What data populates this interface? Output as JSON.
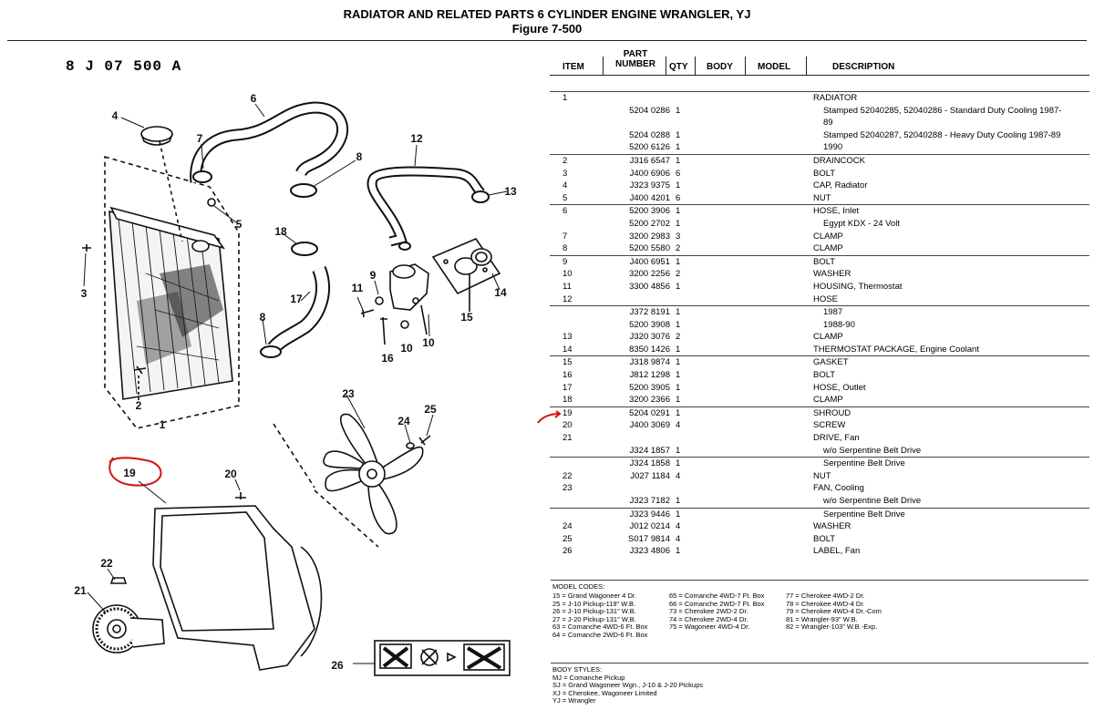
{
  "header": {
    "title": "RADIATOR AND RELATED PARTS 6 CYLINDER ENGINE WRANGLER, YJ",
    "figure": "Figure   7-500"
  },
  "drawing": {
    "code": "8 J 07   500 A",
    "callouts": [
      "1",
      "2",
      "3",
      "4",
      "5",
      "6",
      "7",
      "8",
      "8",
      "9",
      "10",
      "10",
      "11",
      "12",
      "13",
      "14",
      "15",
      "16",
      "17",
      "18",
      "19",
      "20",
      "21",
      "22",
      "23",
      "24",
      "25",
      "26"
    ]
  },
  "table": {
    "headers": {
      "item": "ITEM",
      "part_number": "PART NUMBER",
      "qty": "QTY",
      "body": "BODY",
      "model": "MODEL",
      "description": "DESCRIPTION"
    },
    "rows": [
      {
        "item": "1",
        "part": "",
        "qty": "",
        "desc": "RADIATOR",
        "ind": false,
        "grp": true
      },
      {
        "item": "",
        "part": "5204 0286",
        "qty": "1",
        "desc": "Stamped 52040285, 52040286 - Standard Duty Cooling 1987-",
        "ind": true,
        "grp": false
      },
      {
        "item": "",
        "part": "",
        "qty": "",
        "desc": "89",
        "ind": true,
        "grp": false
      },
      {
        "item": "",
        "part": "5204 0288",
        "qty": "1",
        "desc": "Stamped 52040287, 52040288 - Heavy Duty Cooling 1987-89",
        "ind": true,
        "grp": false
      },
      {
        "item": "",
        "part": "5200 6126",
        "qty": "1",
        "desc": "1990",
        "ind": true,
        "grp": false
      },
      {
        "item": "2",
        "part": "J316 6547",
        "qty": "1",
        "desc": "DRAINCOCK",
        "ind": false,
        "grp": true
      },
      {
        "item": "3",
        "part": "J400 6906",
        "qty": "6",
        "desc": "BOLT",
        "ind": false,
        "grp": false
      },
      {
        "item": "4",
        "part": "J323 9375",
        "qty": "1",
        "desc": "CAP, Radiator",
        "ind": false,
        "grp": false
      },
      {
        "item": "5",
        "part": "J400 4201",
        "qty": "6",
        "desc": "NUT",
        "ind": false,
        "grp": false
      },
      {
        "item": "6",
        "part": "5200 3906",
        "qty": "1",
        "desc": "HOSE, Inlet",
        "ind": false,
        "grp": true
      },
      {
        "item": "",
        "part": "5200 2702",
        "qty": "1",
        "desc": "Egypt KDX - 24 Volt",
        "ind": true,
        "grp": false
      },
      {
        "item": "7",
        "part": "3200 2983",
        "qty": "3",
        "desc": "CLAMP",
        "ind": false,
        "grp": false
      },
      {
        "item": "8",
        "part": "5200 5580",
        "qty": "2",
        "desc": "CLAMP",
        "ind": false,
        "grp": false
      },
      {
        "item": "9",
        "part": "J400 6951",
        "qty": "1",
        "desc": "BOLT",
        "ind": false,
        "grp": true
      },
      {
        "item": "10",
        "part": "3200 2256",
        "qty": "2",
        "desc": "WASHER",
        "ind": false,
        "grp": false
      },
      {
        "item": "11",
        "part": "3300 4856",
        "qty": "1",
        "desc": "HOUSING, Thermostat",
        "ind": false,
        "grp": false
      },
      {
        "item": "12",
        "part": "",
        "qty": "",
        "desc": "HOSE",
        "ind": false,
        "grp": false
      },
      {
        "item": "",
        "part": "J372 8191",
        "qty": "1",
        "desc": "1987",
        "ind": true,
        "grp": true
      },
      {
        "item": "",
        "part": "5200 3908",
        "qty": "1",
        "desc": "1988-90",
        "ind": true,
        "grp": false
      },
      {
        "item": "13",
        "part": "J320 3076",
        "qty": "2",
        "desc": "CLAMP",
        "ind": false,
        "grp": false
      },
      {
        "item": "14",
        "part": "8350 1426",
        "qty": "1",
        "desc": "THERMOSTAT PACKAGE, Engine Coolant",
        "ind": false,
        "grp": false
      },
      {
        "item": "15",
        "part": "J318 9874",
        "qty": "1",
        "desc": "GASKET",
        "ind": false,
        "grp": true
      },
      {
        "item": "16",
        "part": "J812 1298",
        "qty": "1",
        "desc": "BOLT",
        "ind": false,
        "grp": false
      },
      {
        "item": "17",
        "part": "5200 3905",
        "qty": "1",
        "desc": "HOSE, Outlet",
        "ind": false,
        "grp": false
      },
      {
        "item": "18",
        "part": "3200 2366",
        "qty": "1",
        "desc": "CLAMP",
        "ind": false,
        "grp": false
      },
      {
        "item": "19",
        "part": "5204 0291",
        "qty": "1",
        "desc": "SHROUD",
        "ind": false,
        "grp": true
      },
      {
        "item": "20",
        "part": "J400 3069",
        "qty": "4",
        "desc": "SCREW",
        "ind": false,
        "grp": false
      },
      {
        "item": "21",
        "part": "",
        "qty": "",
        "desc": "DRIVE, Fan",
        "ind": false,
        "grp": false
      },
      {
        "item": "",
        "part": "J324 1857",
        "qty": "1",
        "desc": "w/o Serpentine Belt Drive",
        "ind": true,
        "grp": false
      },
      {
        "item": "",
        "part": "J324 1858",
        "qty": "1",
        "desc": "Serpentine Belt Drive",
        "ind": true,
        "grp": true
      },
      {
        "item": "22",
        "part": "J027 1184",
        "qty": "4",
        "desc": "NUT",
        "ind": false,
        "grp": false
      },
      {
        "item": "23",
        "part": "",
        "qty": "",
        "desc": "FAN, Cooling",
        "ind": false,
        "grp": false
      },
      {
        "item": "",
        "part": "J323 7182",
        "qty": "1",
        "desc": "w/o Serpentine Belt Drive",
        "ind": true,
        "grp": false
      },
      {
        "item": "",
        "part": "J323 9446",
        "qty": "1",
        "desc": "Serpentine Belt Drive",
        "ind": true,
        "grp": true
      },
      {
        "item": "24",
        "part": "J012 0214",
        "qty": "4",
        "desc": "WASHER",
        "ind": false,
        "grp": false
      },
      {
        "item": "25",
        "part": "S017 9814",
        "qty": "4",
        "desc": "BOLT",
        "ind": false,
        "grp": false
      },
      {
        "item": "26",
        "part": "J323 4806",
        "qty": "1",
        "desc": "LABEL, Fan",
        "ind": false,
        "grp": false
      }
    ]
  },
  "model_codes": {
    "heading": "MODEL CODES:",
    "col1": [
      "15 = Grand Wagoneer 4 Dr.",
      "25 = J-10 Pickup-119\" W.B.",
      "26 = J-10 Pickup-131\" W.B.",
      "27 = J-20 Pickup-131\" W.B.",
      "63 = Comanche 4WD-6 Ft. Box",
      "64 = Comanche 2WD-6 Ft. Box"
    ],
    "col2": [
      "65 = Comanche 4WD-7 Ft. Box",
      "66 = Comanche 2WD-7 Ft. Box",
      "73 = Cherokee 2WD-2 Dr.",
      "74 = Cherokee 2WD-4 Dr.",
      "75 = Wagoneer 4WD-4 Dr."
    ],
    "col3": [
      "77 = Cherokee 4WD-2 Dr.",
      "78 = Cherokee 4WD-4 Dr.",
      "79 = Cherokee 4WD-4 Dr.-Com",
      "81 = Wrangler-93\" W.B.",
      "82 = Wrangler-103\" W.B.-Exp."
    ]
  },
  "body_styles": {
    "heading": "BODY STYLES:",
    "items": [
      "MJ = Comanche Pickup",
      "SJ = Grand Wagoneer Wgn., J-10 & J-20 Pickups",
      "XJ = Cherokee, Wagoneer Limited",
      "YJ = Wrangler"
    ]
  }
}
